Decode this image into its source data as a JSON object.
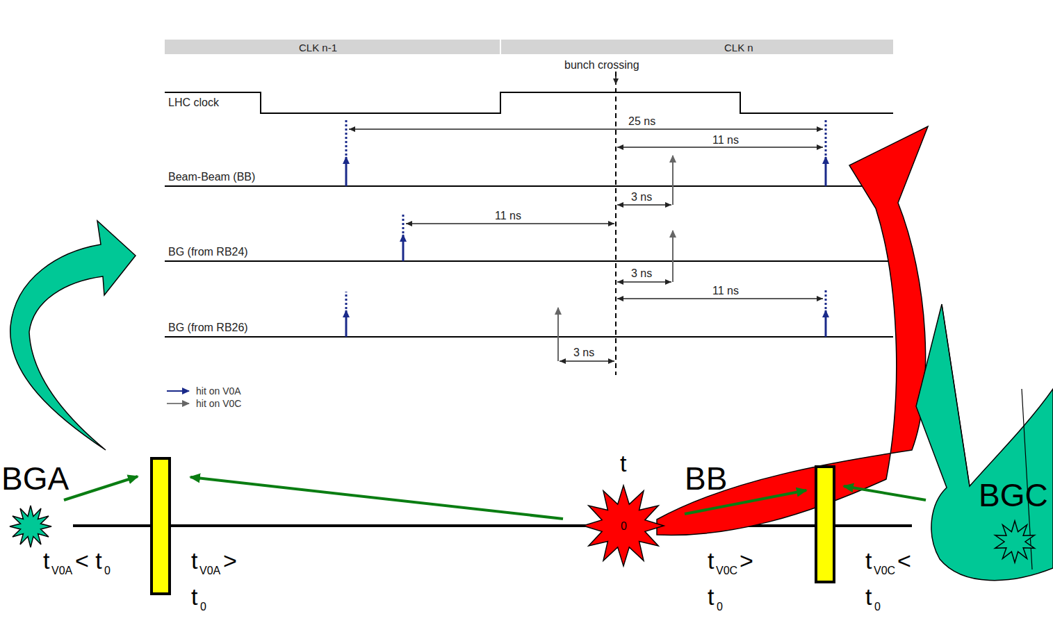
{
  "diagram": {
    "labels": [
      "CLK n-1",
      "CLK n",
      "bunch crossing",
      "LHC clock",
      "25 ns",
      "11 ns",
      "Beam-Beam (BB)",
      "3 ns",
      "11 ns",
      "BG (from RB24)",
      "3 ns",
      "11 ns",
      "BG (from RB26)",
      "3 ns",
      "BGA",
      "t",
      "0",
      "BB",
      "BGC",
      "t",
      "V0A",
      "< t",
      "0",
      "t",
      "V0A",
      ">",
      "t",
      "0",
      "t",
      "V0C",
      ">",
      "t",
      "0",
      "t",
      "V0C",
      "<",
      "t",
      "0"
    ],
    "legend": [
      {
        "text": "hit on V0A"
      },
      {
        "text": "hit on V0C"
      }
    ]
  }
}
